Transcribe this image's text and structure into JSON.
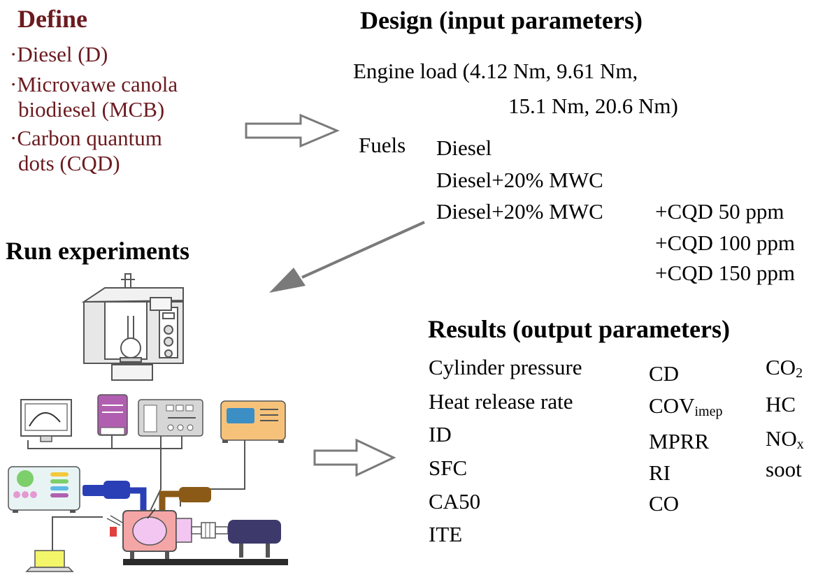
{
  "define": {
    "title": "Define",
    "items": [
      {
        "bullet": "·",
        "lines": [
          "Diesel (D)"
        ]
      },
      {
        "bullet": "·",
        "lines": [
          "Microvawe canola",
          "biodiesel (MCB)"
        ]
      },
      {
        "bullet": "·",
        "lines": [
          "Carbon quantum",
          "dots (CQD)"
        ]
      }
    ]
  },
  "design": {
    "title": "Design (input parameters)",
    "engine_load_line1": "Engine load (4.12 Nm, 9.61 Nm,",
    "engine_load_line2": "15.1 Nm, 20.6 Nm)",
    "fuels_label": "Fuels",
    "fuel_1": "Diesel",
    "fuel_2": "Diesel+20% MWC",
    "fuel_3": "Diesel+20% MWC",
    "cqd_1": "+CQD 50 ppm",
    "cqd_2": "+CQD 100 ppm",
    "cqd_3": "+CQD 150 ppm"
  },
  "run": {
    "title": "Run experiments"
  },
  "results": {
    "title": "Results (output parameters)",
    "col1": [
      "Cylinder pressure",
      "Heat release rate",
      "ID",
      "SFC",
      "CA50",
      "ITE"
    ],
    "col2": {
      "cd": "CD",
      "cov_main": "COV",
      "cov_sub": "imep",
      "mprr": "MPRR",
      "ri": "RI",
      "co": "CO"
    },
    "col3": {
      "co2_main": "CO",
      "co2_sub": "2",
      "hc": "HC",
      "nox_main": "NO",
      "nox_sub": "x",
      "soot": "soot"
    }
  },
  "colors": {
    "define_text": "#6b1a1f",
    "arrow_gray": "#7a7a7a",
    "engine_body": "#f4a6a6",
    "purple_unit": "#b05fb0",
    "orange_unit": "#f6c27a",
    "blue_pipe": "#2a3fb5",
    "brown_pipe": "#8a5a16",
    "dyno": "#3d3a6b",
    "laptop": "#f3f56a"
  }
}
